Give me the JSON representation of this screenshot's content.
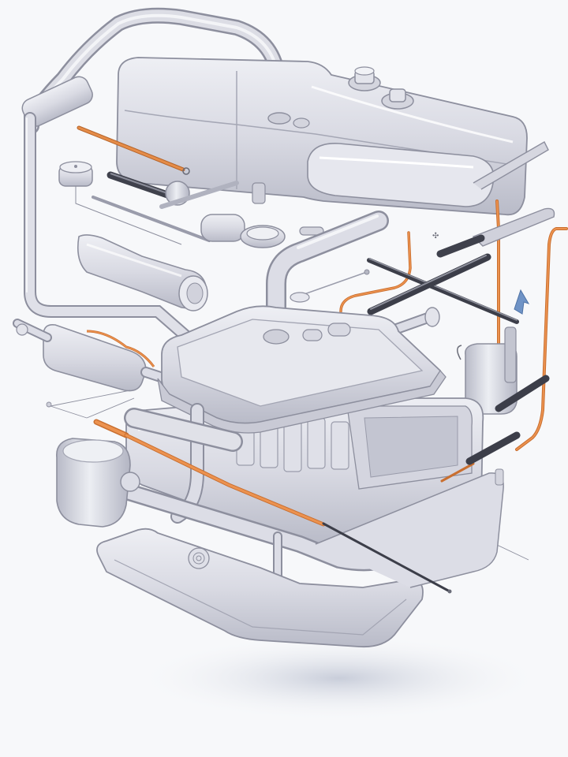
{
  "diagram": {
    "type": "exploded-view technical illustration",
    "subject": "engine / fuel tank assembly",
    "caption": "",
    "colors": {
      "background": "#f7f8fa",
      "metal_light": "#e4e5ec",
      "metal_mid": "#c9cad5",
      "metal_dark": "#9a9cab",
      "outline": "#8d8f9e",
      "hose_orange": "#e0833f",
      "rod_dark": "#4a4c57",
      "arrow_blue": "#6f93c6",
      "shadow": "#c8ccd8"
    },
    "components": [
      {
        "id": "upper-tank",
        "label": "Upper tank housing"
      },
      {
        "id": "filler-cap",
        "label": "Filler cap"
      },
      {
        "id": "arched-pipe",
        "label": "Arched breather pipe"
      },
      {
        "id": "vertical-pipe",
        "label": "Vertical feed pipe"
      },
      {
        "id": "orange-rod-upper",
        "label": "Orange rod"
      },
      {
        "id": "knob-cap",
        "label": "Small round cap"
      },
      {
        "id": "lever-ball",
        "label": "Lever with ball end"
      },
      {
        "id": "coupler",
        "label": "Pipe coupler"
      },
      {
        "id": "intake-tube",
        "label": "Intake tube"
      },
      {
        "id": "muffler",
        "label": "Muffler canister"
      },
      {
        "id": "cylinder-head",
        "label": "Cylinder head cover"
      },
      {
        "id": "engine-block",
        "label": "Engine block"
      },
      {
        "id": "oil-pan",
        "label": "Oil pan"
      },
      {
        "id": "side-canister",
        "label": "Side canister"
      },
      {
        "id": "crossed-rods",
        "label": "Crossed linkage rods"
      },
      {
        "id": "actuator",
        "label": "Actuator canister"
      },
      {
        "id": "orange-hose",
        "label": "Orange fuel hose"
      },
      {
        "id": "orange-rod-lower",
        "label": "Lower orange rod"
      },
      {
        "id": "dipstick",
        "label": "Dipstick"
      },
      {
        "id": "direction-arrow",
        "label": "Assembly direction arrow"
      }
    ]
  }
}
